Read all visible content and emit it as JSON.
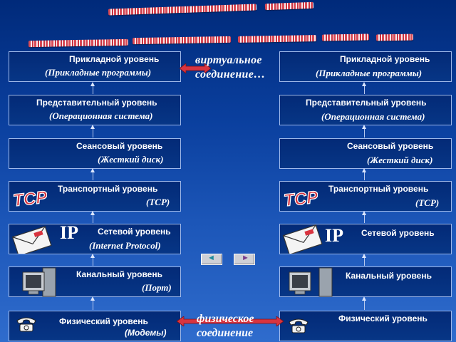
{
  "left_stack": [
    {
      "title": "Прикладной уровень",
      "subtitle": "(Прикладные программы)"
    },
    {
      "title": "Представительный уровень",
      "subtitle": "(Операционная система)"
    },
    {
      "title": "Сеансовый уровень",
      "subtitle": "(Жесткий диск)"
    },
    {
      "title": "Транспортный уровень",
      "subtitle": "(TCP)"
    },
    {
      "title": "Сетевой уровень",
      "subtitle": "(Internet Protocol)"
    },
    {
      "title": "Канальный уровень",
      "subtitle": "(Порт)"
    },
    {
      "title": "Физический уровень",
      "subtitle": "(Модемы)"
    }
  ],
  "right_stack": [
    {
      "title": "Прикладной уровень",
      "subtitle": "(Прикладные программы)"
    },
    {
      "title": "Представительный уровень",
      "subtitle": "(Операционная система)"
    },
    {
      "title": "Сеансовый уровень",
      "subtitle": "(Жесткий диск)"
    },
    {
      "title": "Транспортный уровень",
      "subtitle": "(TCP)"
    },
    {
      "title": "Сетевой уровень"
    },
    {
      "title": "Канальный уровень"
    },
    {
      "title": "Физический уровень"
    }
  ],
  "labels": {
    "virtual": "виртуальное соединение…",
    "physical": "физическое соединение",
    "tcp": "TCP",
    "ip": "IP"
  },
  "nav": {
    "prev": "◄",
    "next": "►"
  },
  "colors": {
    "accent": "#d8343f",
    "background": "#0a3f9e",
    "box_border": "#9fb9ea"
  }
}
